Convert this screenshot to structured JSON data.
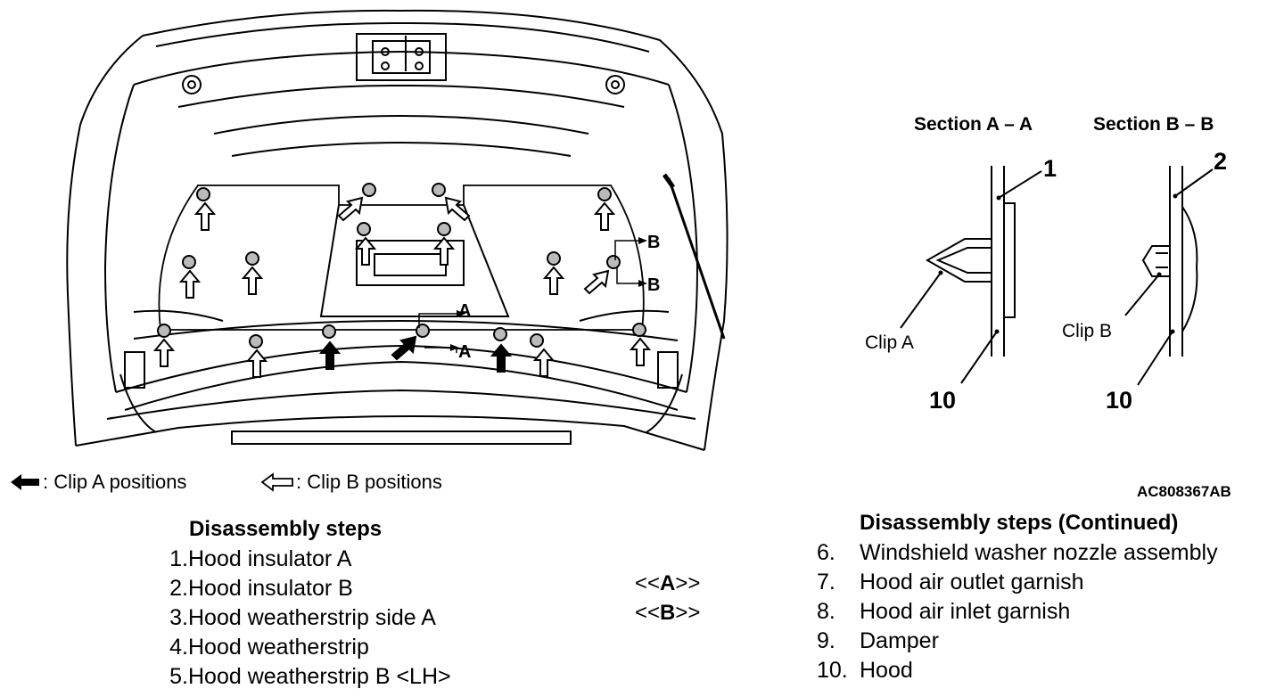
{
  "figure": {
    "section_labels": [
      "Section A – A",
      "Section B – B"
    ],
    "callouts": {
      "section_a_top": "1",
      "section_a_bottom": "10",
      "section_b_top": "2",
      "section_b_bottom": "10"
    },
    "clip_labels": {
      "a": "Clip A",
      "b": "Clip B"
    },
    "section_marks": {
      "a": "A",
      "b": "B"
    },
    "code": "AC808367AB"
  },
  "legend": {
    "clip_a": ": Clip A positions",
    "clip_b": ": Clip B positions"
  },
  "steps_left": {
    "title": "Disassembly steps",
    "items": [
      {
        "num": "1.",
        "text": "Hood insulator A"
      },
      {
        "num": "2.",
        "text": "Hood insulator B"
      },
      {
        "num": "3.",
        "text": "Hood weatherstrip side A"
      },
      {
        "num": "4.",
        "text": "Hood weatherstrip"
      },
      {
        "num": "5.",
        "text": "Hood weatherstrip B <LH>"
      }
    ]
  },
  "markers": {
    "a_open": "<<",
    "a_letter": "A",
    "a_close": ">>",
    "b_open": "<<",
    "b_letter": "B",
    "b_close": ">>"
  },
  "steps_right": {
    "title": "Disassembly steps (Continued)",
    "items": [
      {
        "num": "6.",
        "text": "Windshield washer nozzle assembly"
      },
      {
        "num": "7.",
        "text": "Hood air outlet garnish"
      },
      {
        "num": "8.",
        "text": "Hood air inlet garnish"
      },
      {
        "num": "9.",
        "text": "Damper"
      },
      {
        "num": "10.",
        "text": "Hood"
      }
    ]
  }
}
